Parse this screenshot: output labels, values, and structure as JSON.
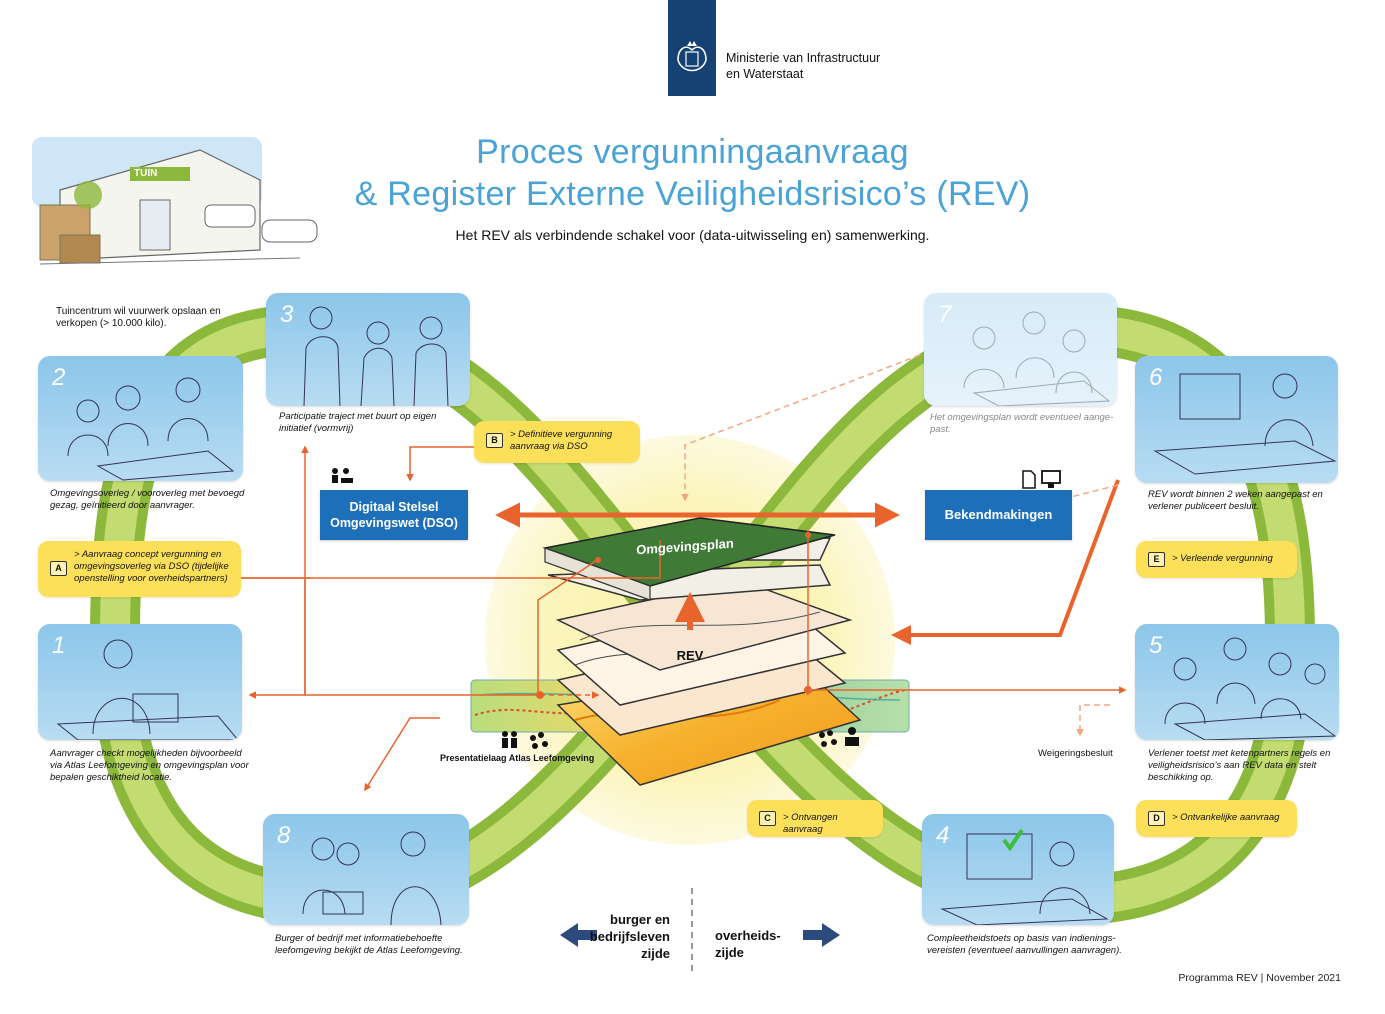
{
  "header": {
    "ministry_line1": "Ministerie van Infrastructuur",
    "ministry_line2": "en Waterstaat",
    "title_line1": "Proces vergunningaanvraag",
    "title_line2": "& Register Externe Veiligheidsrisico’s (REV)",
    "subtitle": "Het REV als verbindende schakel voor (data-uitwisseling en) samenwerking.",
    "shop_sign": "TUIN"
  },
  "intro_text": "Tuincentrum wil vuurwerk opslaan en verkopen (> 10.000 kilo).",
  "steps": [
    {
      "num": "1",
      "caption": "Aanvrager checkt mogelijkheden bijvoorbeeld via Atlas Leefomgeving en omgevingsplan voor bepalen geschiktheid locatie."
    },
    {
      "num": "2",
      "caption": "Omgevingsoverleg / vooroverleg met bevoegd gezag, geïnitieerd door aanvrager."
    },
    {
      "num": "3",
      "caption": "Participatie traject met buurt op eigen initiatief (vormvrij)"
    },
    {
      "num": "4",
      "caption": "Compleetheidstoets op basis van indienings-vereisten (eventueel aanvullingen aanvragen)."
    },
    {
      "num": "5",
      "caption": "Verlener toetst met ketenpartners regels en veiligheidsrisico’s aan REV data en stelt beschikking op."
    },
    {
      "num": "6",
      "caption": "REV wordt binnen 2 weken aangepast en verlener publiceert besluit."
    },
    {
      "num": "7",
      "caption": "Het omgevingsplan wordt eventueel aange-past."
    },
    {
      "num": "8",
      "caption": "Burger of bedrijf met informatiebehoefte leefomgeving bekijkt de Atlas Leefomgeving."
    }
  ],
  "milestones": {
    "A": {
      "letter": "A",
      "text": "> Aanvraag concept vergunning en omgevingsoverleg via DSO (tijdelijke openstelling voor overheidspartners)"
    },
    "B": {
      "letter": "B",
      "text": "> Definitieve vergunning aanvraag via DSO"
    },
    "C": {
      "letter": "C",
      "text": "> Ontvangen aanvraag"
    },
    "D": {
      "letter": "D",
      "text": "> Ontvankelijke aanvraag"
    },
    "E": {
      "letter": "E",
      "text": "> Verleende vergunning"
    }
  },
  "systems": {
    "dso_line1": "Digitaal Stelsel",
    "dso_line2": "Omgevingswet (DSO)",
    "bekendmakingen": "Bekendmakingen",
    "omgevingsplan": "Omgevingsplan",
    "rev": "REV",
    "presentatielaag": "Presentatielaag Atlas Leefomgeving",
    "weigeringsbesluit": "Weigeringsbesluit"
  },
  "sides": {
    "left_line1": "burger en",
    "left_line2": "bedrijfsleven",
    "left_line3": "zijde",
    "right_line1": "overheids-",
    "right_line2": "zijde"
  },
  "footer": "Programma REV | November 2021",
  "colors": {
    "title_blue": "#4aa3d6",
    "card_blue": "#8cc6ea",
    "loop_green": "#a6c94a",
    "arrow_orange": "#e8642c",
    "system_blue": "#1e6fba",
    "milestone_yellow": "#fde05a",
    "book_green": "#3f7a36",
    "ministry_navy": "#154273",
    "side_arrow_navy": "#2c4a7e"
  }
}
